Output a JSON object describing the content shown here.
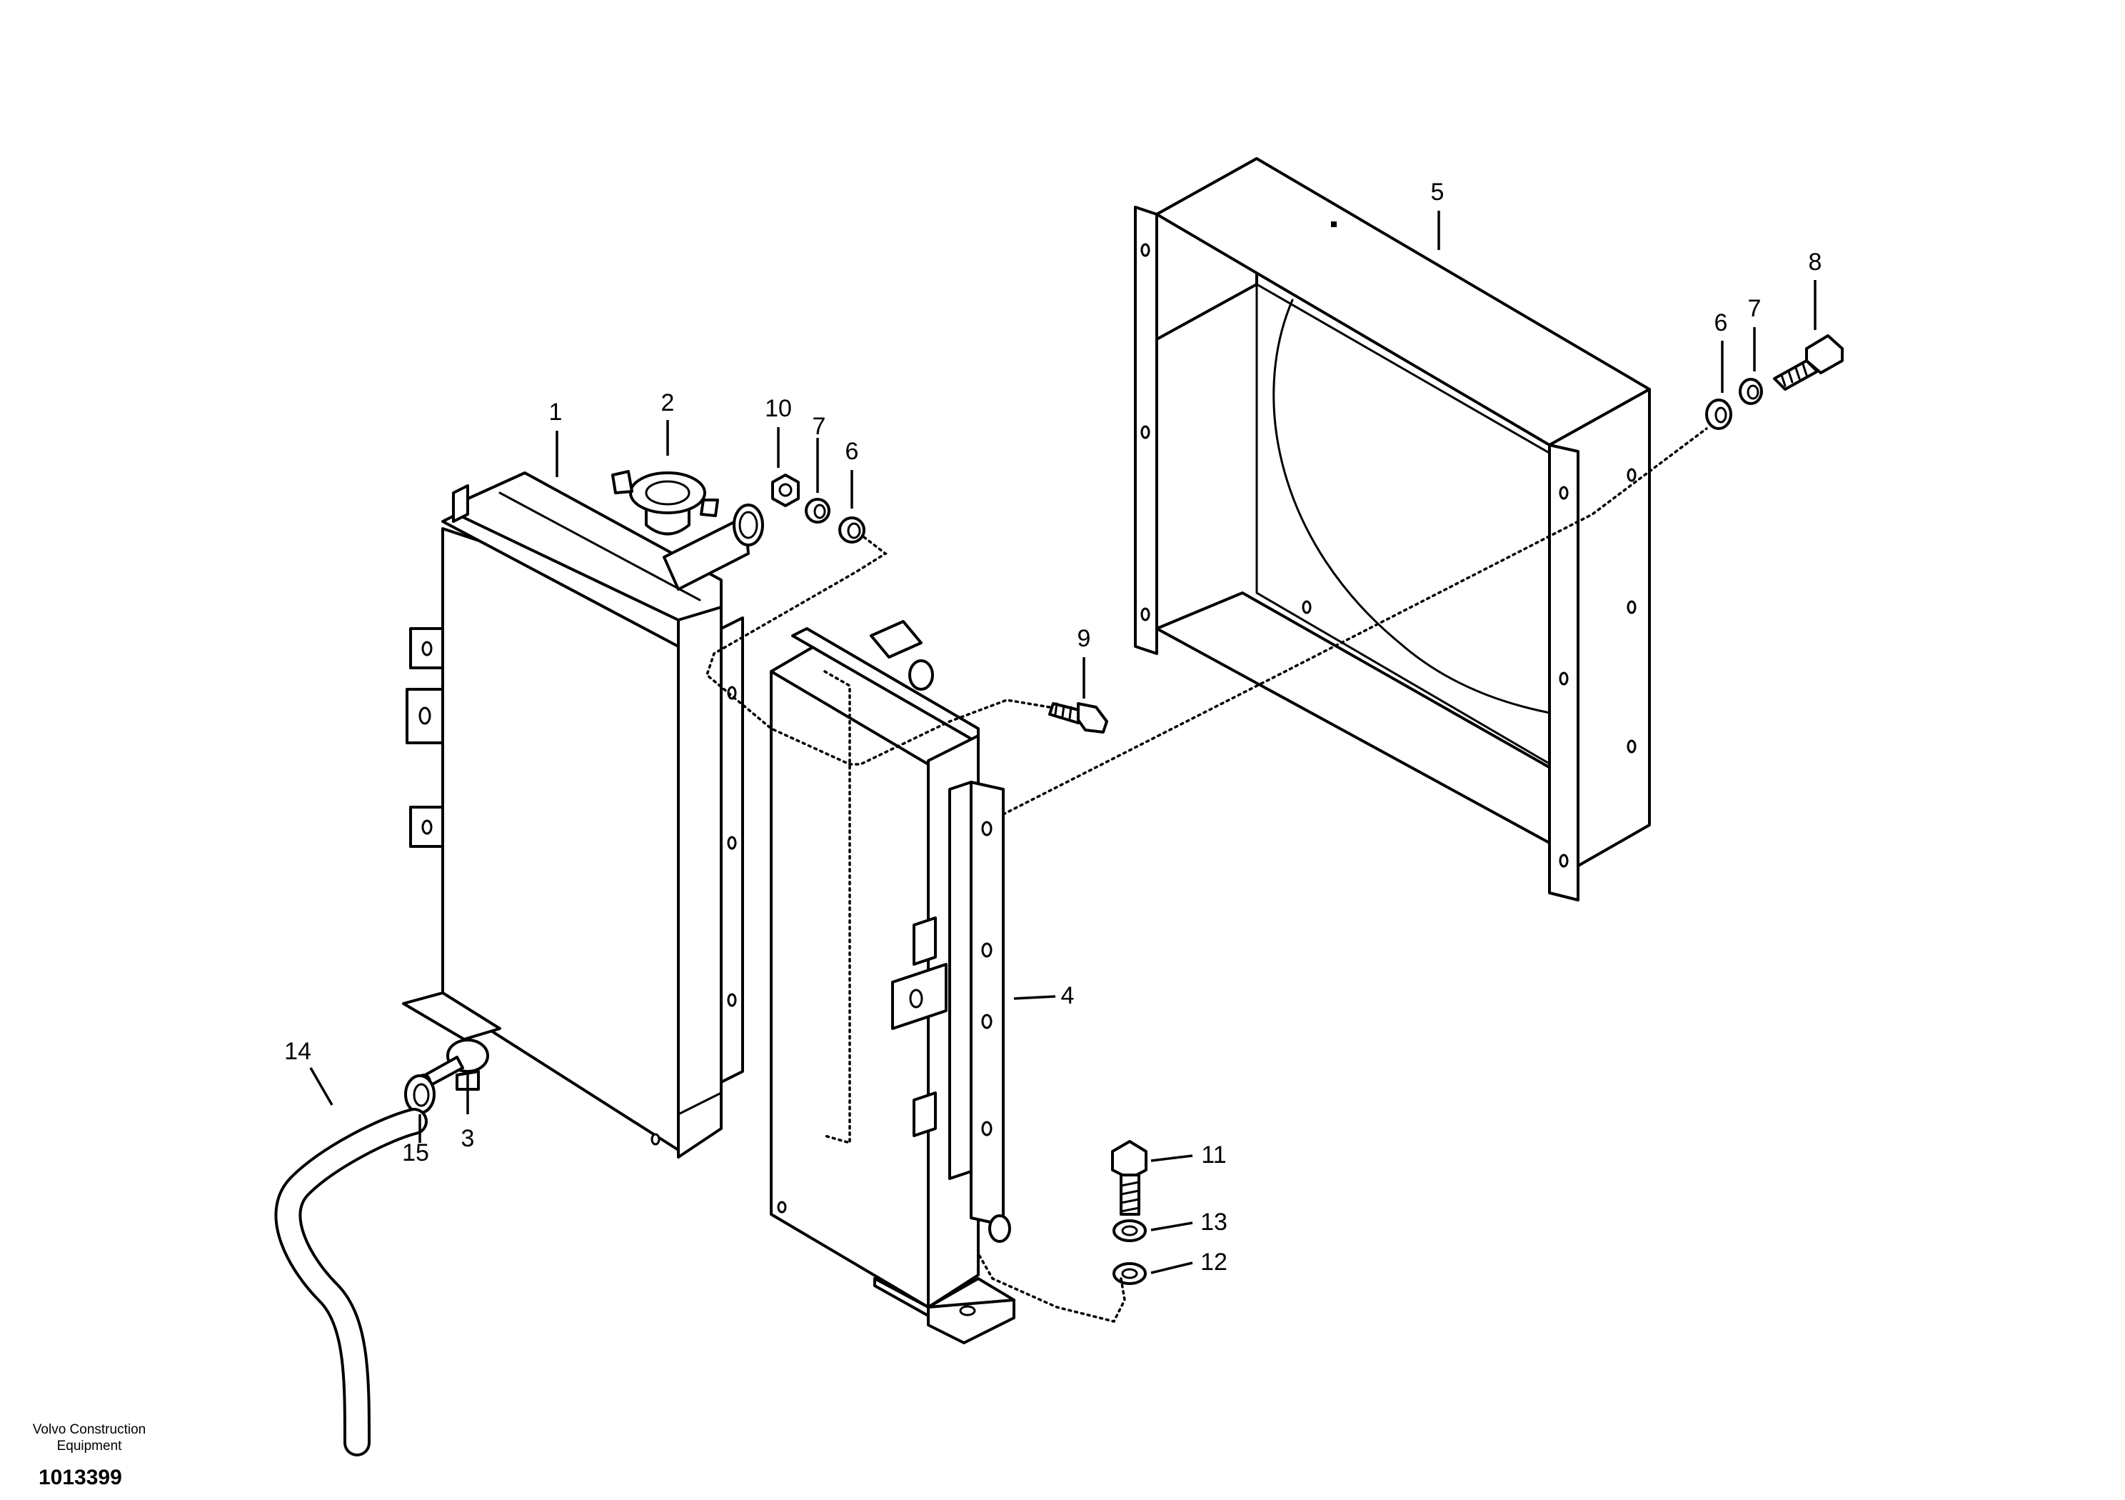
{
  "diagram": {
    "callouts": {
      "c1": "1",
      "c2": "2",
      "c3": "3",
      "c4": "4",
      "c5": "5",
      "c6a": "6",
      "c7a": "7",
      "c10": "10",
      "c6b": "6",
      "c7b": "7",
      "c8": "8",
      "c9": "9",
      "c11": "11",
      "c12": "12",
      "c13": "13",
      "c14": "14",
      "c15": "15"
    }
  },
  "footer": {
    "brand_line1": "Volvo Construction",
    "brand_line2": "Equipment",
    "reference_number": "1013399"
  },
  "colors": {
    "line": "#000000",
    "background": "#ffffff"
  }
}
